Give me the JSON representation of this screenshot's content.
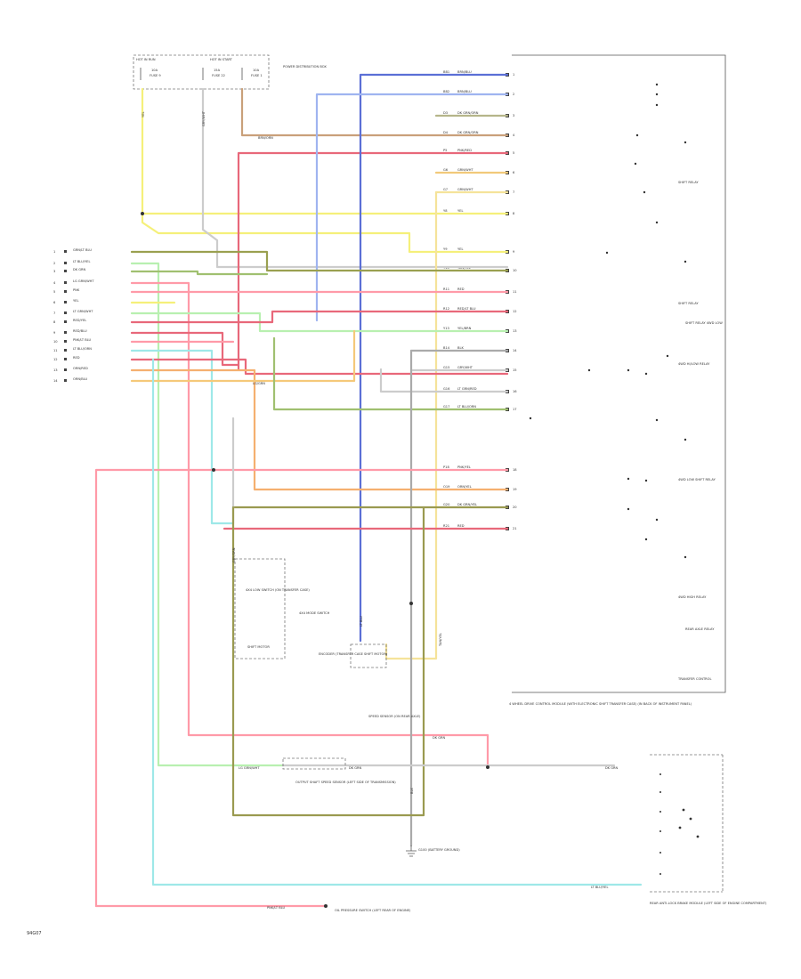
{
  "top_fuses": [
    {
      "label": "HOT IN RUN",
      "amps": "10A",
      "name": "FUSE 9"
    },
    {
      "label": "HOT IN START",
      "amps": "15A",
      "name": "FUSE 22"
    },
    {
      "label": "",
      "amps": "10A",
      "name": "FUSE 1"
    }
  ],
  "fuse_box_label": "POWER DISTRIBUTION BOX",
  "left_connector": [
    {
      "pin": "1",
      "label": "GRN/LT BLU"
    },
    {
      "pin": "2",
      "label": "LT BLU/YEL"
    },
    {
      "pin": "3",
      "label": "DK GRN"
    },
    {
      "pin": "4",
      "label": "LG GRN/WHT"
    },
    {
      "pin": "5",
      "label": "PNK"
    },
    {
      "pin": "6",
      "label": "YEL"
    },
    {
      "pin": "7",
      "label": "LT GRN/WHT"
    },
    {
      "pin": "8",
      "label": "RED/YEL"
    },
    {
      "pin": "9",
      "label": "RED/BLU"
    },
    {
      "pin": "10",
      "label": "PNK/LT BLU"
    },
    {
      "pin": "11",
      "label": "LT BLU/ORN"
    },
    {
      "pin": "12",
      "label": "RED"
    },
    {
      "pin": "13",
      "label": "ORN/RED"
    },
    {
      "pin": "14",
      "label": "ORN/BLU"
    }
  ],
  "right_wires": [
    {
      "code": "BB1",
      "label": "BRN/BLU",
      "pin": "1"
    },
    {
      "code": "BB2",
      "label": "BRN/BLU",
      "pin": "2"
    },
    {
      "code": "D3",
      "label": "DK GRN/ORN",
      "pin": "3"
    },
    {
      "code": "D4",
      "label": "DK GRN/ORN",
      "pin": "4"
    },
    {
      "code": "P5",
      "label": "PNK/RED",
      "pin": "5"
    },
    {
      "code": "G6",
      "label": "GRN/WHT",
      "pin": "6"
    },
    {
      "code": "G7",
      "label": "GRN/WHT",
      "pin": "7"
    },
    {
      "code": "Y8",
      "label": "YEL",
      "pin": "8"
    },
    {
      "code": "Y9",
      "label": "YEL",
      "pin": "9"
    },
    {
      "code": "T10",
      "label": "TAN/YEL",
      "pin": "10"
    },
    {
      "code": "R11",
      "label": "RED",
      "pin": "11"
    },
    {
      "code": "R12",
      "label": "RED/LT BLU",
      "pin": "12"
    },
    {
      "code": "Y13",
      "label": "YEL/BRN",
      "pin": "13"
    },
    {
      "code": "B14",
      "label": "BLK",
      "pin": "14"
    },
    {
      "code": "G15",
      "label": "GRY/WHT",
      "pin": "15"
    },
    {
      "code": "G16",
      "label": "LT GRN/RED",
      "pin": "16"
    },
    {
      "code": "G17",
      "label": "LT BLU/ORN",
      "pin": "17"
    },
    {
      "code": "P18",
      "label": "PNK/YEL",
      "pin": "18"
    },
    {
      "code": "O19",
      "label": "ORN/YEL",
      "pin": "19"
    },
    {
      "code": "G20",
      "label": "DK GRN/YEL",
      "pin": "20"
    },
    {
      "code": "R21",
      "label": "RED",
      "pin": "21"
    }
  ],
  "module_labels": {
    "relay_1": "SHIFT RELAY",
    "relay_2": "SHIFT RELAY",
    "relay_3": "SHIFT RELAY 4WD LOW",
    "relay_4": "4WD HI/LOW RELAY",
    "relay_5": "4WD LOW SHIFT RELAY",
    "relay_6": "4WD HIGH RELAY",
    "relay_7": "REAR AXLE RELAY",
    "relay_8": "TRANSFER CONTROL",
    "module_caption": "4 WHEEL DRIVE CONTROL MODULE (WITH ELECTRONIC SHIFT TRANSFER CASE) (IN BACK OF INSTRUMENT PANEL)"
  },
  "components": {
    "switch_1": "4X4 LOW SWITCH (ON TRANSFER CASE)",
    "switch_2": "4X4 MODE SWITCH",
    "motor": "SHIFT MOTOR",
    "encoder": "ENCODER (TRANSFER CASE SHIFT MOTOR)",
    "sensor": "SPEED SENSOR (ON REAR AXLE)",
    "output_shaft": "OUTPUT SHAFT SPEED SENSOR (LEFT SIDE OF TRANSMISSION)",
    "ground": "G100 (BATTERY GROUND)",
    "abs_module": "REAR ANTI-LOCK BRAKE MODULE (LEFT SIDE OF ENGINE COMPARTMENT)",
    "pressure_switch": "OIL PRESSURE SWITCH (LEFT REAR OF ENGINE)"
  },
  "wire_labels": {
    "dkgrn_bottom": "DK GRN",
    "lgwht_bottom": "LG GRN/WHT",
    "dkgrn_right": "DK GRN",
    "ltbluyel_bottom": "LT BLU/YEL",
    "pnkltblu_bottom": "PNK/LT BLU",
    "yel_left_top": "YEL",
    "brn_top": "BRN/ORN",
    "gry_top": "GRY/WHT",
    "lg_vertical": "LG/GRN",
    "vert_1": "GRY/ORN",
    "vert_2": "LT BLU",
    "vert_3": "BLK",
    "vert_4": "TAN/YEL"
  },
  "page_code": "94G07"
}
